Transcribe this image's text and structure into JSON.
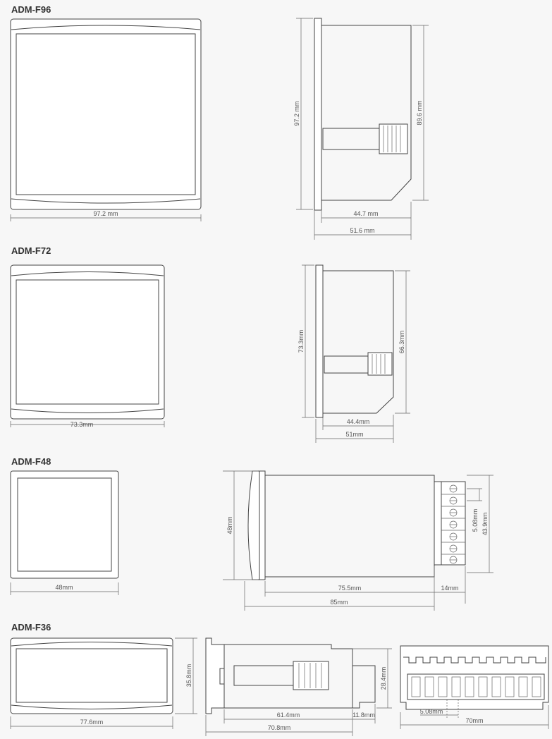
{
  "sections": [
    {
      "title": "ADM-F96",
      "dims": {
        "front_width": "97.2 mm",
        "front_height": "97.2 mm",
        "body_height": "89.6 mm",
        "body_depth": "44.7 mm",
        "total_depth": "51.6 mm"
      }
    },
    {
      "title": "ADM-F72",
      "dims": {
        "front_width": "73.3mm",
        "front_height": "73.3mm",
        "body_height": "66.3mm",
        "body_depth": "44.4mm",
        "total_depth": "51mm"
      }
    },
    {
      "title": "ADM-F48",
      "dims": {
        "front_width": "48mm",
        "front_height": "48mm",
        "pitch": "5.08mm",
        "body_height": "43.9mm",
        "body_depth": "75.5mm",
        "terminal_depth": "14mm",
        "total_depth": "85mm"
      }
    },
    {
      "title": "ADM-F36",
      "dims": {
        "front_width": "77.6mm",
        "front_height": "35.8mm",
        "body_height": "28.4mm",
        "body_depth": "61.4mm",
        "terminal_depth": "11.8mm",
        "total_depth": "70.8mm",
        "pitch": "5.08mm",
        "back_width": "70mm"
      }
    }
  ]
}
